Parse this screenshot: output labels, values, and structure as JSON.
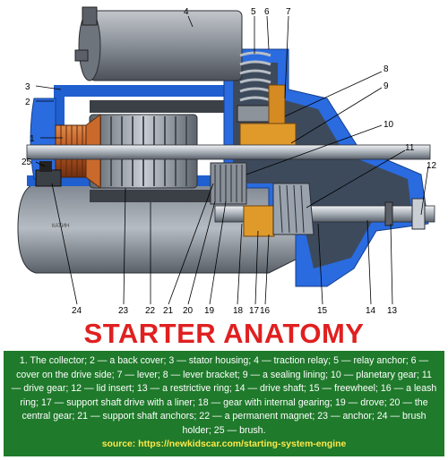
{
  "diagram": {
    "callouts": [
      "1",
      "2",
      "3",
      "4",
      "5",
      "6",
      "7",
      "8",
      "9",
      "10",
      "11",
      "12",
      "13",
      "14",
      "15",
      "16",
      "17",
      "18",
      "19",
      "20",
      "21",
      "22",
      "23",
      "24",
      "25"
    ],
    "watermark": "КАТИН",
    "colors": {
      "housing_blue": "#1f5fcf",
      "relay_grey": "#8a8f96",
      "copper": "#c96a2c",
      "anchor_steel": "#9aa3ad",
      "gear_orange": "#e09a2a",
      "dark_shadow": "#3b3f46"
    }
  },
  "title": "STARTER ANATOMY",
  "legend": {
    "text": "1. The collector; 2 — a back cover; 3 — stator housing; 4 — traction relay; 5 — relay anchor; 6 — cover on the drive side; 7 — lever; 8 — lever bracket; 9 — a sealing lining; 10 — planetary gear; 11 — drive gear; 12 — lid insert; 13 — a restrictive ring; 14 — drive shaft; 15 — freewheel; 16 — a leash ring; 17 — support shaft drive with a liner; 18 — gear with internal gearing; 19 — drove; 20 — the central gear; 21 — support shaft anchors; 22 — a permanent magnet; 23 — anchor; 24 — brush holder; 25 — brush.",
    "source": "source: https://newkidscar.com/starting-system-engine",
    "colors": {
      "background": "#1f7a2b",
      "text": "#ffffff",
      "source": "#ffe84a"
    }
  }
}
